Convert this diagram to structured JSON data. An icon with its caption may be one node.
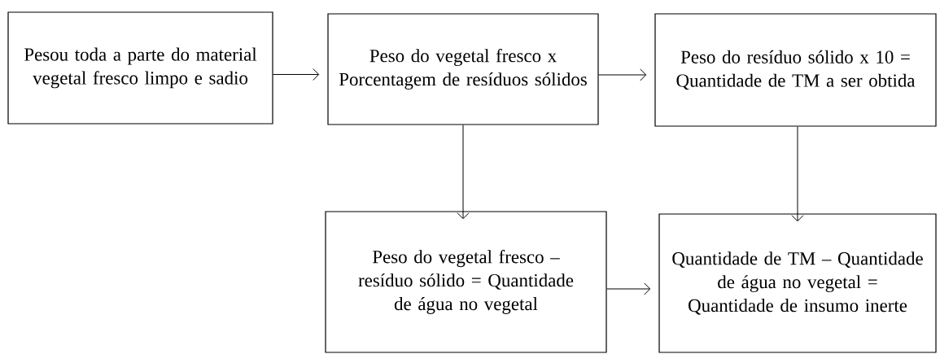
{
  "diagram": {
    "nodes": [
      {
        "text": [
          "Pesou toda a parte do material vegetal fresco limpo e sadio"
        ]
      },
      {
        "text": [
          "Peso do vegetal fresco x Porcentagem de resíduos sólidos"
        ]
      },
      {
        "text": [
          "Peso do resíduo sólido x 10 = Quantidade de TM a ser obtida"
        ]
      },
      {
        "text": [
          "Peso do vegetal fresco – resíduo sólido = Quantidade de água no vegetal"
        ]
      },
      {
        "text": [
          "Quantidade de TM – Quantidade de água no vegetal = Quantidade de insumo inerte"
        ]
      }
    ],
    "edges": [
      {
        "from": 0,
        "to": 1,
        "arrow": "to"
      },
      {
        "from": 1,
        "to": 2,
        "arrow": "to"
      },
      {
        "from": 1,
        "to": 3,
        "arrow": "to"
      },
      {
        "from": 2,
        "to": 4,
        "arrow": "to"
      },
      {
        "from": 3,
        "to": 4,
        "arrow": "to"
      }
    ]
  }
}
